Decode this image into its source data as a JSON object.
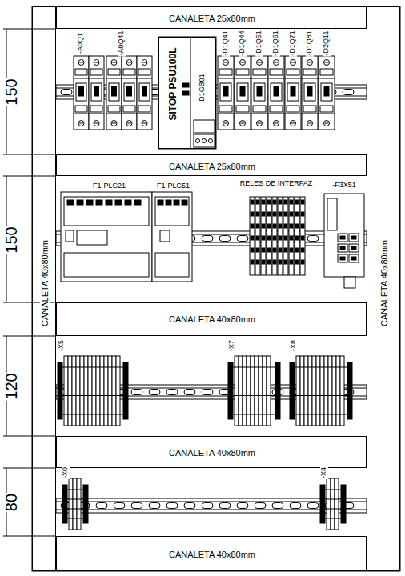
{
  "diagram": {
    "nodes": [
      {
        "text": [
          "CANALETA 25x80mm"
        ]
      },
      {
        "text": [
          "SITOP PSU100L",
          "-D1GB01"
        ]
      },
      {
        "text": [
          "CANALETA 25x80mm"
        ]
      },
      {
        "text": [
          "CANALETA 40x80mm"
        ]
      },
      {
        "text": [
          "CANALETA 40x80mm"
        ]
      },
      {
        "text": [
          "CANALETA 40x80mm"
        ]
      },
      {
        "text": [
          "CANALETA 40x80mm"
        ]
      },
      {
        "text": [
          "CANALETA 40x80mm"
        ]
      }
    ],
    "edges": [],
    "labels": [
      "150",
      "-A0Q1",
      "-A0Q41",
      "-D1Q41",
      "-D1Q44",
      "-D1Q51",
      "-D1Q61",
      "-D1Q71",
      "-D1Q81",
      "-D2Q11",
      "150",
      "-F1-PLC21",
      "-F1-PLC51",
      "RELES DE INTERFAZ",
      "-F3X51",
      "120",
      "-X5",
      "-X7",
      "-X8",
      "80",
      "-X0",
      "-X4"
    ]
  }
}
